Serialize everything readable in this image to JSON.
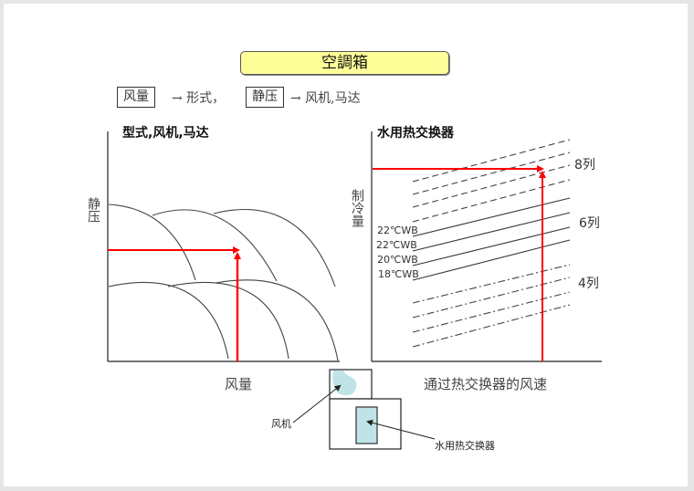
{
  "title": "空調箱",
  "summary_line": {
    "box1": "风量",
    "arrow1": "→ 形式，",
    "box2": "静压",
    "arrow2": "→ 风机,马达"
  },
  "left_chart": {
    "title": "型式,风机,马达",
    "ylabel": "静压",
    "xlabel": "风量",
    "accent_color": "#ff0000"
  },
  "right_chart": {
    "title": "水用热交换器",
    "ylabel": "制冷量",
    "xlabel": "通过热交换器的风速",
    "row_labels": [
      "8列",
      "6列",
      "4列"
    ],
    "wb_labels": [
      "22℃WB",
      "22℃WB",
      "20℃WB",
      "18℃WB"
    ],
    "accent_color": "#ff0000"
  },
  "schematic": {
    "fan_label": "风机",
    "coil_label": "水用热交换器",
    "fill_color": "#bfe3e6"
  }
}
